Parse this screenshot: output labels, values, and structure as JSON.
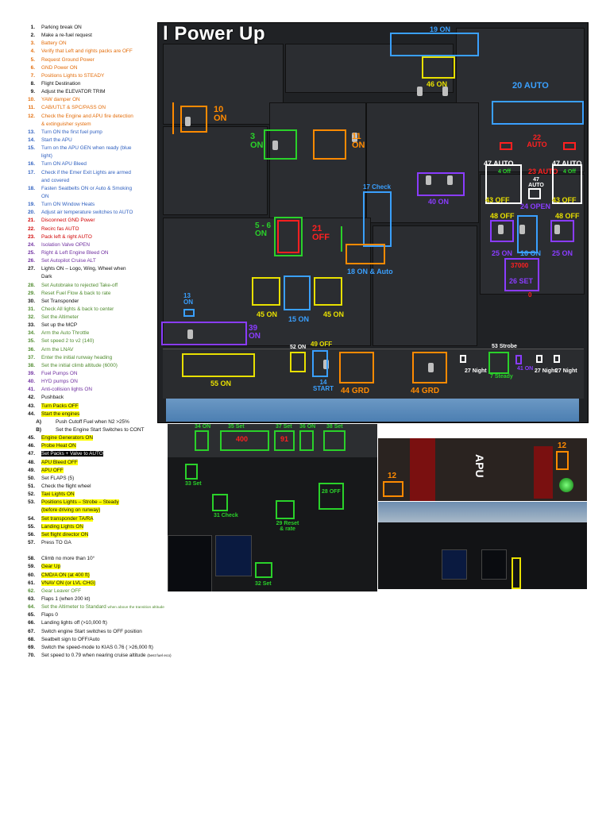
{
  "checklist": [
    {
      "n": "1.",
      "t": "Parking break ON",
      "c": "black"
    },
    {
      "n": "2.",
      "t": "Make a re-fuel request",
      "c": "black"
    },
    {
      "n": "3.",
      "t": "Battery ON",
      "c": "orange"
    },
    {
      "n": "4.",
      "t": "Verify that Left and rights packs are OFF",
      "c": "orange"
    },
    {
      "n": "5.",
      "t": "Request Ground Power",
      "c": "orange"
    },
    {
      "n": "6.",
      "t": "GND Power ON",
      "c": "orange"
    },
    {
      "n": "7.",
      "t": "Positions Lights to STEADY",
      "c": "orange"
    },
    {
      "n": "8.",
      "t": "Flight Destination",
      "c": "black"
    },
    {
      "n": "9.",
      "t": "Adjust the ELEVATOR TRIM",
      "c": "black"
    },
    {
      "n": "10.",
      "t": "YAW damper ON",
      "c": "orange"
    },
    {
      "n": "11.",
      "t": "CAB/UTLT & SPC/PASS ON",
      "c": "orange"
    },
    {
      "n": "12.",
      "t": "Check the Engine and APU fire detection",
      "c": "orange"
    },
    {
      "n": "",
      "t": "& extinguisher system",
      "c": "orange",
      "cont": true
    },
    {
      "n": "13.",
      "t": "Turn ON the first fuel pump",
      "c": "blue"
    },
    {
      "n": "14.",
      "t": "Start the APU",
      "c": "blue"
    },
    {
      "n": "15.",
      "t": "Turn on the APU GEN when ready (blue",
      "c": "blue"
    },
    {
      "n": "",
      "t": "light)",
      "c": "blue",
      "cont": true
    },
    {
      "n": "16.",
      "t": "Turn ON APU Bleed",
      "c": "blue"
    },
    {
      "n": "17.",
      "t": "Check if the Emer Exit Lights are armed",
      "c": "blue"
    },
    {
      "n": "",
      "t": "and covered",
      "c": "blue",
      "cont": true
    },
    {
      "n": "18.",
      "t": "Fasten Seatbelts ON or Auto & Smoking",
      "c": "blue"
    },
    {
      "n": "",
      "t": "ON",
      "c": "blue",
      "cont": true
    },
    {
      "n": "19.",
      "t": "Turn ON Window Heats",
      "c": "blue"
    },
    {
      "n": "20.",
      "t": "Adjust air temperature switches to AUTO",
      "c": "blue"
    },
    {
      "n": "21.",
      "t": "Disconnect GND Power",
      "c": "red"
    },
    {
      "n": "22.",
      "t": "Recirc fas AUTO",
      "c": "red"
    },
    {
      "n": "23.",
      "t": "Pack left & right AUTO",
      "c": "red"
    },
    {
      "n": "24.",
      "t": "Isolation Valve OPEN",
      "c": "purple"
    },
    {
      "n": "25.",
      "t": "Right & Left Engine Bleed ON",
      "c": "purple"
    },
    {
      "n": "26.",
      "t": "Set Autopilot Cruise ALT",
      "c": "purple"
    },
    {
      "n": "27.",
      "t": "Lights ON – Logo, Wing, Wheel when",
      "c": "black"
    },
    {
      "n": "",
      "t": "Dark",
      "c": "black",
      "cont": true
    },
    {
      "n": "28.",
      "t": "Set Autobrake to rejected Take-off",
      "c": "green"
    },
    {
      "n": "29.",
      "t": "Reset Fuel Flow & back to rate",
      "c": "green"
    },
    {
      "n": "30.",
      "t": "Set Transponder",
      "c": "black"
    },
    {
      "n": "31.",
      "t": "Check All lights & back to center",
      "c": "green"
    },
    {
      "n": "32.",
      "t": "Set the Altimeter",
      "c": "green"
    },
    {
      "n": "33.",
      "t": "Set up the MCP",
      "c": "black"
    },
    {
      "n": "34.",
      "t": "Arm the Auto Throttle",
      "c": "green"
    },
    {
      "n": "35.",
      "t": "Set speed 2 to v2 (140)",
      "c": "green"
    },
    {
      "n": "36.",
      "t": "Arm the LNAV",
      "c": "green"
    },
    {
      "n": "37.",
      "t": "Enter the initial runway heading",
      "c": "green"
    },
    {
      "n": "38.",
      "t": "Set the initial climb altitude (6000)",
      "c": "green"
    },
    {
      "n": "39.",
      "t": "Fuel Pumps ON",
      "c": "purple"
    },
    {
      "n": "40.",
      "t": "HYD pumps ON",
      "c": "purple"
    },
    {
      "n": "41.",
      "t": "Anti-collision lights ON",
      "c": "purple"
    },
    {
      "n": "42.",
      "t": "Pushback",
      "c": "black"
    },
    {
      "n": "43.",
      "t": "Turn Packs OFF",
      "c": "black",
      "hl": "yellow"
    },
    {
      "n": "44.",
      "t": "Start the engines",
      "c": "black",
      "hl": "yellow"
    },
    {
      "n": "A)",
      "t": "Push Cutoff Fuel when N2 >25%",
      "c": "black",
      "sub": true
    },
    {
      "n": "B)",
      "t": "Set the Engine Start Switches to CONT",
      "c": "black",
      "sub": true
    },
    {
      "n": "45.",
      "t": "Engine Generators ON",
      "c": "black",
      "hl": "yellow"
    },
    {
      "n": "46.",
      "t": "Probe Heat ON",
      "c": "black",
      "hl": "yellow"
    },
    {
      "n": "47.",
      "t": "Set Packs + Valve to AUTO",
      "c": "black",
      "hl": "black"
    },
    {
      "n": "48.",
      "t": "APU Bleed OFF",
      "c": "black",
      "hl": "yellow"
    },
    {
      "n": "49.",
      "t": "APU OFF",
      "c": "black",
      "hl": "yellow"
    },
    {
      "n": "50.",
      "t": "Set FLAPS (5)",
      "c": "black"
    },
    {
      "n": "51.",
      "t": "Check the flight wheel",
      "c": "black"
    },
    {
      "n": "52.",
      "t": "Taxi Lights ON",
      "c": "black",
      "hl": "yellow"
    },
    {
      "n": "53.",
      "t": "Positions Lights – Strobe – Steady",
      "c": "black",
      "hl": "yellow"
    },
    {
      "n": "",
      "t": "(before driving on runway)",
      "c": "black",
      "cont": true,
      "hl": "yellow"
    },
    {
      "n": "54.",
      "t": "Set transponder TA/RA",
      "c": "black",
      "hl": "yellow"
    },
    {
      "n": "55.",
      "t": "Landing Lights ON",
      "c": "black",
      "hl": "yellow"
    },
    {
      "n": "56.",
      "t": "Set flight director ON",
      "c": "black",
      "hl": "yellow"
    },
    {
      "n": "57.",
      "t": "Press TO GA",
      "c": "black"
    },
    {
      "n": "",
      "t": "",
      "c": "black",
      "cont": true
    },
    {
      "n": "58.",
      "t": "Climb no more than 10°",
      "c": "black"
    },
    {
      "n": "59.",
      "t": "Gear Up",
      "c": "black",
      "hl": "yellow"
    },
    {
      "n": "60.",
      "t": "CMD/A ON (at 400 ft)",
      "c": "black",
      "hl": "yellow"
    },
    {
      "n": "61.",
      "t": "VNAV ON (or LVL CHG)",
      "c": "black",
      "hl": "yellow"
    },
    {
      "n": "62.",
      "t": "Gear Leaver OFF",
      "c": "green"
    },
    {
      "n": "63.",
      "t": "Flaps 1 (when 200 kt)",
      "c": "black"
    },
    {
      "n": "64.",
      "t": "Set the Altimeter to Standard",
      "c": "green",
      "small": "when above the transition altitude"
    },
    {
      "n": "65.",
      "t": "Flaps 0",
      "c": "black"
    },
    {
      "n": "66.",
      "t": "Landing lights off (>10,000 ft)",
      "c": "black"
    },
    {
      "n": "67.",
      "t": "Switch engine Start switches to OFF position",
      "c": "black"
    },
    {
      "n": "68.",
      "t": "Seatbelt sign to OFF/Auto",
      "c": "black"
    },
    {
      "n": "69.",
      "t": "Switch the speed-mode to KIAS 0.76 ( >26,000 ft)",
      "c": "black"
    },
    {
      "n": "70.",
      "t": "Set speed to 0.79 when nearing cruise altitude",
      "c": "black",
      "small": "(best fuel eco)"
    }
  ],
  "overhead": {
    "title": "l Power Up",
    "labels": {
      "l10": "10 ON",
      "l3": "3 ON",
      "l11": "11 ON",
      "l19": "19 ON",
      "l46": "46 ON",
      "l20": "20 AUTO",
      "l22": "22 AUTO",
      "l47a": "47 AUTO",
      "l4off": "4 Off",
      "l23": "23 AUTO",
      "l4off2": "4 Off",
      "l47b": "47 AUTO",
      "l43a": "43 OFF",
      "l47c": "47 AUTO",
      "l43b": "43 OFF",
      "l24": "24 OPEN",
      "l17": "17 Check",
      "l40": "40 ON",
      "l48a": "48 OFF",
      "l48b": "48 OFF",
      "l56": "5 - 6 ON",
      "l21": "21 OFF",
      "l25a": "25 ON",
      "l16": "16 ON",
      "l25b": "25 ON",
      "l18": "18 ON & Auto",
      "l26": "26 SET",
      "l26val": "37000",
      "l26zero": "0",
      "l13": "13 ON",
      "l45a": "45 ON",
      "l15": "15 ON",
      "l45b": "45 ON",
      "l39": "39 ON",
      "l49": "49 OFF",
      "l52": "52 ON",
      "l53": "53 Strobe",
      "l27a": "27 Night",
      "l7": "7 Steady",
      "l41": "41 ON",
      "l27b": "27 Night",
      "l27c": "27 Night",
      "l55": "55 ON",
      "l14": "14 START",
      "l44a": "44 GRD",
      "l44b": "44 GRD"
    }
  },
  "mcp": {
    "labels": {
      "l34": "34 ON",
      "l35": "35 Set",
      "l37": "37 Set",
      "l36": "36 ON",
      "l38": "38 Set",
      "l33": "33 Set",
      "l31": "31 Check",
      "l28": "28 OFF",
      "l29": "29 Reset & rate",
      "l32": "32 Set",
      "spd": "400",
      "hdg": "91"
    }
  },
  "apu": {
    "labels": {
      "l12a": "12",
      "l12b": "12",
      "apu": "APU"
    }
  }
}
